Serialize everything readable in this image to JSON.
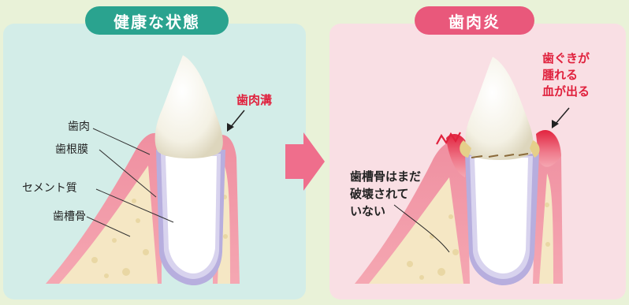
{
  "healthy": {
    "title": "健康な状態",
    "labels": {
      "gum_groove": "歯肉溝",
      "gum": "歯肉",
      "periodontal_ligament": "歯根膜",
      "cementum": "セメント質",
      "alveolar_bone": "歯槽骨"
    }
  },
  "gingivitis": {
    "title": "歯肉炎",
    "labels": {
      "symptoms": [
        "歯ぐきが",
        "腫れる",
        "血が出る"
      ],
      "bone_note": [
        "歯槽骨はまだ",
        "破壊されて",
        "いない"
      ]
    }
  },
  "colors": {
    "healthy_accent": "#2aa38f",
    "gingivitis_accent": "#e9587b",
    "label_red": "#e0213d",
    "arrow": "#ef6e8c"
  }
}
